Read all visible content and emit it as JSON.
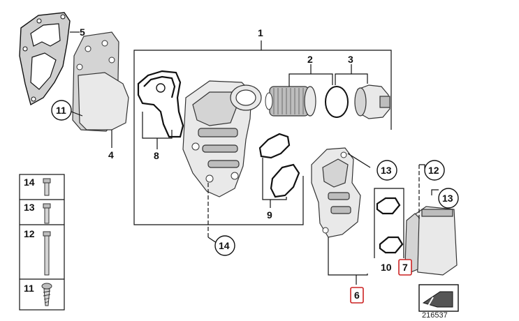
{
  "callouts": {
    "c1": "1",
    "c2": "2",
    "c3": "3",
    "c4": "4",
    "c5": "5",
    "c6": "6",
    "c7": "7",
    "c8": "8",
    "c9": "9",
    "c10": "10",
    "c11_circle": "11",
    "c12_circle": "12",
    "c13_upper": "13",
    "c13_right": "13",
    "c14_circle": "14"
  },
  "legend": {
    "items": [
      {
        "number": "14",
        "shape": "bolt-short"
      },
      {
        "number": "13",
        "shape": "bolt-medium"
      },
      {
        "number": "12",
        "shape": "bolt-long"
      },
      {
        "number": "11",
        "shape": "screw"
      }
    ]
  },
  "reference_number": "216537",
  "highlight_color": "#cc2222",
  "icons": {
    "parts_catalog_icon": "arrow-box-icon"
  }
}
